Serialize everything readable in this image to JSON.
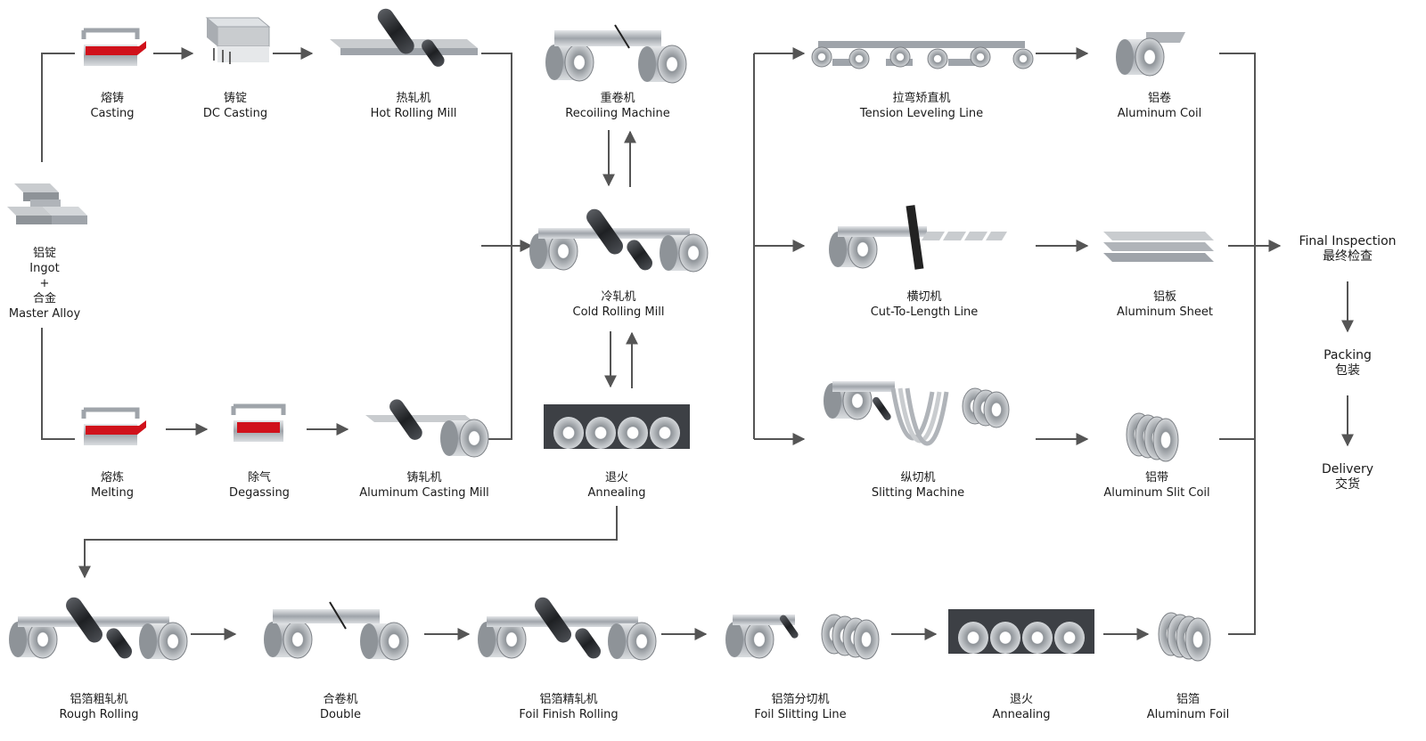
{
  "colors": {
    "line": "#555555",
    "metal": "#b8bcc1",
    "metal_dark": "#6f7378",
    "roller": "#2d2f33",
    "molten": "#d0111b"
  },
  "nodes": {
    "ingot": {
      "zh": "铝锭",
      "en": "Ingot",
      "plus": "+",
      "zh2": "合金",
      "en2": "Master Alloy",
      "icon": "ingot-stack-icon"
    },
    "casting": {
      "zh": "熔铸",
      "en": "Casting",
      "icon": "casting-furnace-icon"
    },
    "dc_casting": {
      "zh": "铸锭",
      "en": "DC Casting",
      "icon": "dc-casting-icon"
    },
    "hot_rolling": {
      "zh": "热轧机",
      "en": "Hot Rolling Mill",
      "icon": "rolling-mill-icon"
    },
    "melting": {
      "zh": "熔炼",
      "en": "Melting",
      "icon": "melting-furnace-icon"
    },
    "degassing": {
      "zh": "除气",
      "en": "Degassing",
      "icon": "degassing-tank-icon"
    },
    "casting_mill": {
      "zh": "铸轧机",
      "en": "Aluminum Casting Mill",
      "icon": "casting-mill-icon"
    },
    "recoiling": {
      "zh": "重卷机",
      "en": "Recoiling Machine",
      "icon": "recoiling-machine-icon"
    },
    "cold_rolling": {
      "zh": "冷轧机",
      "en": "Cold Rolling Mill",
      "icon": "cold-rolling-mill-icon"
    },
    "annealing": {
      "zh": "退火",
      "en": "Annealing",
      "icon": "annealing-furnace-icon"
    },
    "tension_leveling": {
      "zh": "拉弯矫直机",
      "en": "Tension Leveling Line",
      "icon": "tension-leveling-icon"
    },
    "cut_to_length": {
      "zh": "横切机",
      "en": "Cut-To-Length Line",
      "icon": "cut-to-length-icon"
    },
    "slitting": {
      "zh": "纵切机",
      "en": "Slitting Machine",
      "icon": "slitting-machine-icon"
    },
    "al_coil": {
      "zh": "铝卷",
      "en": "Aluminum Coil",
      "icon": "aluminum-coil-icon"
    },
    "al_sheet": {
      "zh": "铝板",
      "en": "Aluminum Sheet",
      "icon": "aluminum-sheet-icon"
    },
    "al_slit_coil": {
      "zh": "铝带",
      "en": "Aluminum Slit Coil",
      "icon": "slit-coil-icon"
    },
    "final_inspection": {
      "en": "Final Inspection",
      "zh": "最终检查"
    },
    "packing": {
      "en": "Packing",
      "zh": "包装"
    },
    "delivery": {
      "en": "Delivery",
      "zh": "交货"
    },
    "rough_rolling": {
      "zh": "铝箔粗轧机",
      "en": "Rough Rolling",
      "icon": "rough-rolling-icon"
    },
    "doubling": {
      "zh": "合卷机",
      "en": "Double",
      "icon": "doubling-machine-icon"
    },
    "foil_finish": {
      "zh": "铝箔精轧机",
      "en": "Foil Finish Rolling",
      "icon": "foil-finish-rolling-icon"
    },
    "foil_slitting": {
      "zh": "铝箔分切机",
      "en": "Foil Slitting Line",
      "icon": "foil-slitting-icon"
    },
    "foil_annealing": {
      "zh": "退火",
      "en": "Annealing",
      "icon": "annealing-furnace-icon"
    },
    "al_foil": {
      "zh": "铝箔",
      "en": "Aluminum Foil",
      "icon": "aluminum-foil-icon"
    }
  }
}
